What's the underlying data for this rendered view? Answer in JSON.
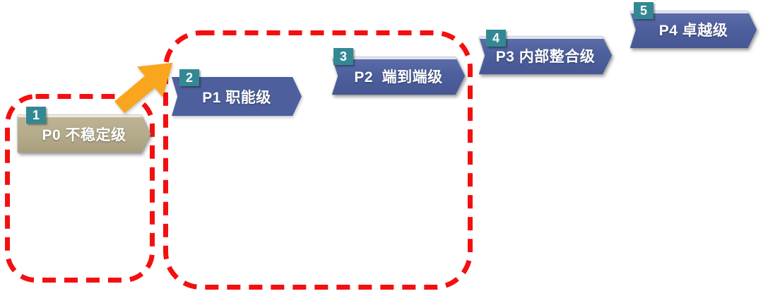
{
  "levels": [
    {
      "number": "1",
      "label": "P0 不稳定级"
    },
    {
      "number": "2",
      "label": "P1 职能级"
    },
    {
      "number": "3",
      "label": "P2  端到端级"
    },
    {
      "number": "4",
      "label": "P3 内部整合级"
    },
    {
      "number": "5",
      "label": "P4 卓越级"
    }
  ],
  "colors": {
    "banner_blue": "#4d5f9c",
    "banner_tan": "#b2a989",
    "badge_teal": "#338893",
    "arrow_orange": "#f9a51e",
    "highlight_red": "#f40f0f"
  }
}
